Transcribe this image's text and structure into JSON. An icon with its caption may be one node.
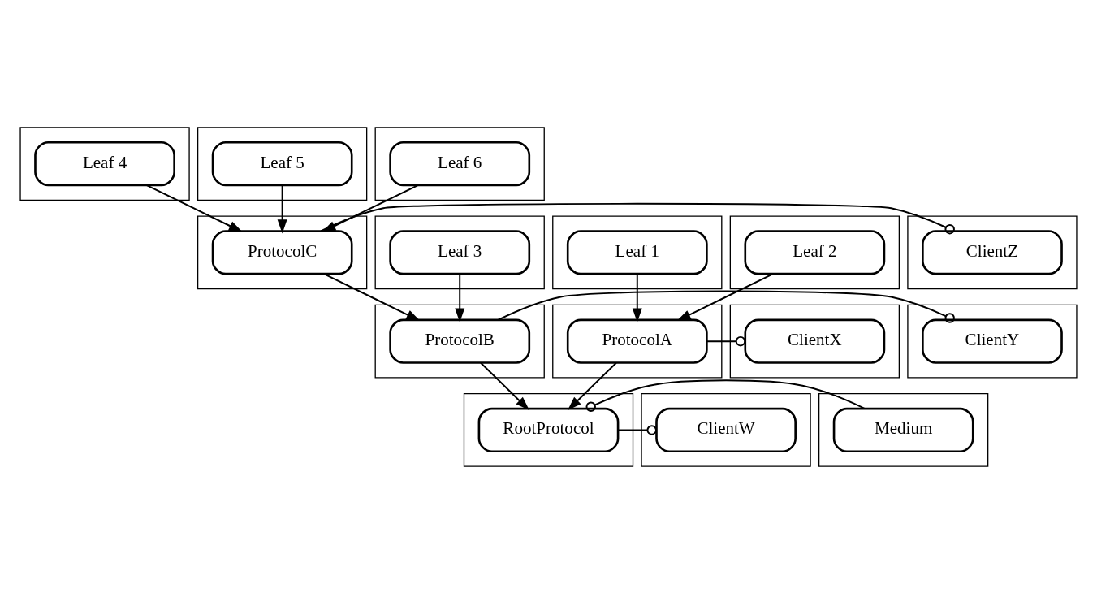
{
  "diagram": {
    "nodes": [
      {
        "text": [],
        "shape": "box"
      },
      {
        "text": [
          "Leaf 4"
        ],
        "in": 0
      },
      {
        "text": [],
        "shape": "box"
      },
      {
        "text": [
          "Leaf 5"
        ],
        "in": 2
      },
      {
        "text": [],
        "shape": "box"
      },
      {
        "text": [
          "Leaf 6"
        ],
        "in": 4
      },
      {
        "text": [],
        "shape": "box"
      },
      {
        "text": [
          "Leaf 1"
        ],
        "in": 6
      },
      {
        "text": [],
        "shape": "box"
      },
      {
        "text": [
          "Leaf 2"
        ],
        "in": 8
      },
      {
        "text": [],
        "shape": "box"
      },
      {
        "text": [
          "Leaf 3"
        ],
        "in": 10
      },
      {
        "text": [],
        "shape": "box"
      },
      {
        "text": [
          "ProtocolC"
        ],
        "in": 12
      },
      {
        "text": [],
        "shape": "box"
      },
      {
        "text": [
          "ClientZ"
        ],
        "in": 14
      },
      {
        "text": [],
        "shape": "box"
      },
      {
        "text": [
          "ClientX"
        ],
        "in": 16
      },
      {
        "text": [],
        "shape": "box"
      },
      {
        "text": [
          "ProtocolA"
        ],
        "in": 18
      },
      {
        "text": [],
        "shape": "box"
      },
      {
        "text": [
          "ProtocolB"
        ],
        "in": 20
      },
      {
        "text": [],
        "shape": "box"
      },
      {
        "text": [
          "ClientY"
        ],
        "in": 22
      },
      {
        "text": [],
        "shape": "box"
      },
      {
        "text": [
          "ClientW"
        ],
        "in": 24
      },
      {
        "text": [],
        "shape": "box"
      },
      {
        "text": [
          "RootProtocol"
        ],
        "in": 26
      },
      {
        "text": [],
        "shape": "box"
      },
      {
        "text": [
          "Medium"
        ],
        "in": 28
      }
    ],
    "edges": [
      {
        "from": 1,
        "to": 13,
        "arrow": "to"
      },
      {
        "from": 3,
        "to": 13,
        "arrow": "to"
      },
      {
        "from": 5,
        "to": 13,
        "arrow": "to"
      },
      {
        "from": 13,
        "to": 15,
        "arrow": "other"
      },
      {
        "from": 7,
        "to": 19,
        "arrow": "to"
      },
      {
        "from": 9,
        "to": 19,
        "arrow": "to"
      },
      {
        "from": 11,
        "to": 21,
        "arrow": "to"
      },
      {
        "from": 13,
        "to": 21,
        "arrow": "to"
      },
      {
        "from": 19,
        "to": 17,
        "arrow": "other"
      },
      {
        "from": 21,
        "to": 23,
        "arrow": "other"
      },
      {
        "from": 19,
        "to": 27,
        "arrow": "to"
      },
      {
        "from": 21,
        "to": 27,
        "arrow": "to"
      },
      {
        "from": 27,
        "to": 25,
        "arrow": "other"
      },
      {
        "from": 29,
        "to": 27,
        "arrow": "other"
      }
    ]
  }
}
